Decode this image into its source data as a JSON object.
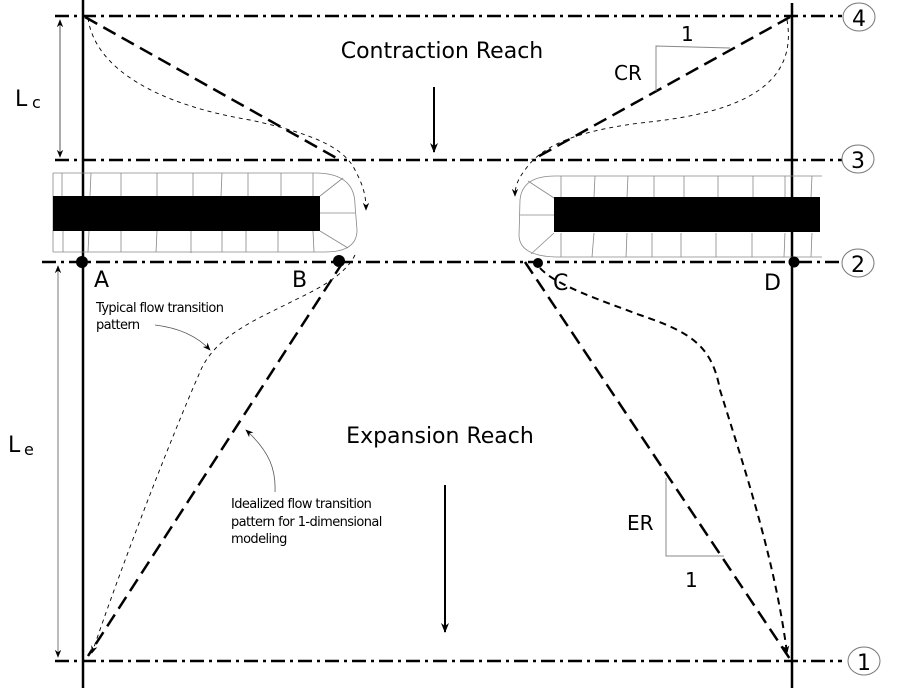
{
  "figure": {
    "title_top": "Contraction Reach",
    "title_bottom": "Expansion Reach",
    "dimension_labels": {
      "contraction_length": {
        "main": "L",
        "sub": "c"
      },
      "expansion_length": {
        "main": "L",
        "sub": "e"
      }
    },
    "cross_sections": [
      {
        "id": "4",
        "label": "4"
      },
      {
        "id": "3",
        "label": "3"
      },
      {
        "id": "2",
        "label": "2"
      },
      {
        "id": "1",
        "label": "1"
      }
    ],
    "points": [
      {
        "id": "A",
        "label": "A"
      },
      {
        "id": "B",
        "label": "B"
      },
      {
        "id": "C",
        "label": "C"
      },
      {
        "id": "D",
        "label": "D"
      }
    ],
    "slope_contraction": {
      "ratio_label": "CR",
      "run_label": "1"
    },
    "slope_expansion": {
      "ratio_label": "ER",
      "run_label": "1"
    },
    "annotations": {
      "typical_flow": [
        "Typical flow transition",
        "pattern"
      ],
      "idealized_flow": [
        "Idealized flow transition",
        "pattern for 1-dimensional",
        "modeling"
      ]
    },
    "colors": {
      "line": "#000000",
      "light_line": "#888888",
      "background": "#ffffff"
    }
  }
}
